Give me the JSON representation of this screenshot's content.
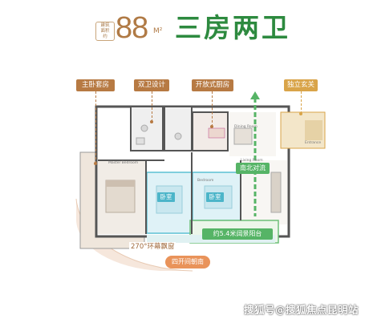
{
  "header": {
    "area_tag_line1": "建筑",
    "area_tag_line2": "面积",
    "area_tag_line3": "约",
    "area_value": "88",
    "area_unit": "M²",
    "layout_name": "三房两卫"
  },
  "callouts": [
    {
      "label": "主卧套房"
    },
    {
      "label": "双卫设计"
    },
    {
      "label": "开放式厨房"
    },
    {
      "label": "独立玄关"
    }
  ],
  "plan_labels": {
    "north_south": "南北对流",
    "bedroom_1": "卧室",
    "bedroom_2": "卧室",
    "balcony": "约5.4米阔景阳台",
    "bay_window": "270°环幕飘窗",
    "orientation": "四开间朝南"
  },
  "plan_small_text": {
    "dining": "Dining Room",
    "living": "Living Room",
    "entry": "Entrance",
    "master": "Master Bedroom",
    "bedroom": "Bedroom"
  },
  "colors": {
    "bronze": "#b77a43",
    "gold": "#d9a449",
    "green": "#2d8a3f",
    "teal_room": "#4cb5c9"
  },
  "watermark": "搜狐号@搜狐焦点昆明站"
}
